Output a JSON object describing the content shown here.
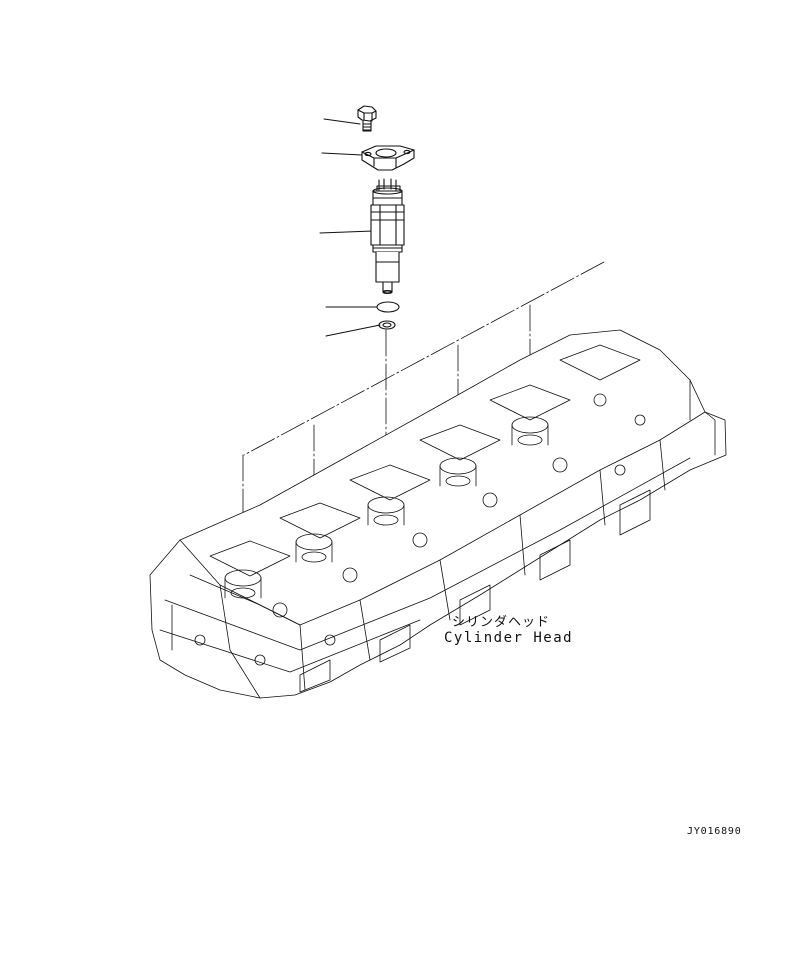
{
  "diagram": {
    "label_japanese": "シリンダヘッド",
    "label_english": "Cylinder Head",
    "drawing_code": "JY016890",
    "line_color": "#111111",
    "background_color": "#ffffff"
  },
  "parts": [
    {
      "name": "bolt-icon"
    },
    {
      "name": "injector-clamp-icon"
    },
    {
      "name": "fuel-injector-icon"
    },
    {
      "name": "o-ring-icon"
    },
    {
      "name": "sealing-washer-icon"
    },
    {
      "name": "cylinder-head-icon"
    }
  ]
}
